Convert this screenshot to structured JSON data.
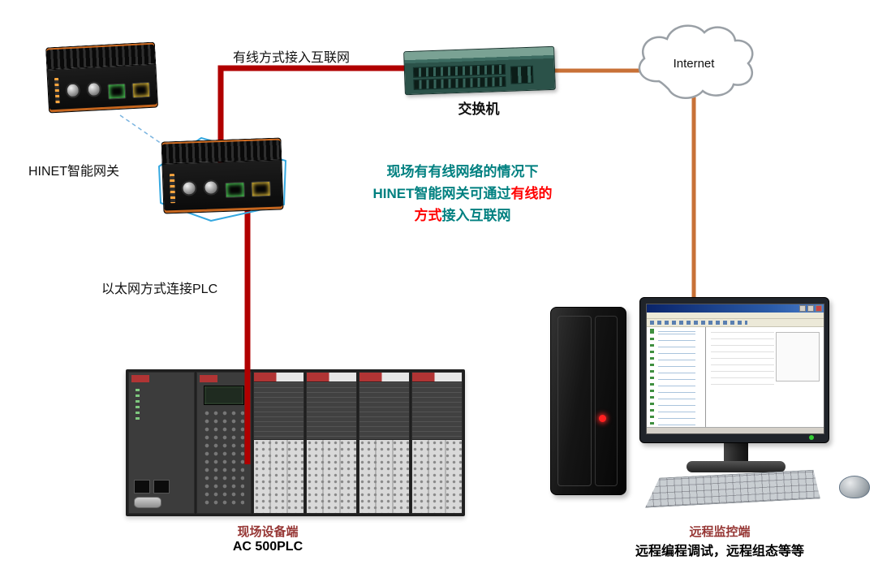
{
  "diagram": {
    "gateway_label": "HINET智能网关",
    "wired_label": "有线方式接入互联网",
    "switch_label": "交换机",
    "internet_label": "Internet",
    "plc_link_label": "以太网方式连接PLC",
    "note_line1": "现场有有线网络的情况下",
    "note_line2_part1": "HINET智能网关可通过",
    "note_line2_part2": "有线的",
    "note_line3_part1": "方式",
    "note_line3_part2": "接入互联网",
    "field_side_label": "现场设备端",
    "field_device_model": "AC 500PLC",
    "remote_side_label": "远程监控端",
    "remote_side_desc": "远程编程调试，远程组态等等"
  },
  "colors": {
    "ethernet_line": "#b00000",
    "internet_line": "#c87137",
    "note_teal": "#008080",
    "note_red": "#ff0000",
    "section_label_red": "#963634"
  }
}
